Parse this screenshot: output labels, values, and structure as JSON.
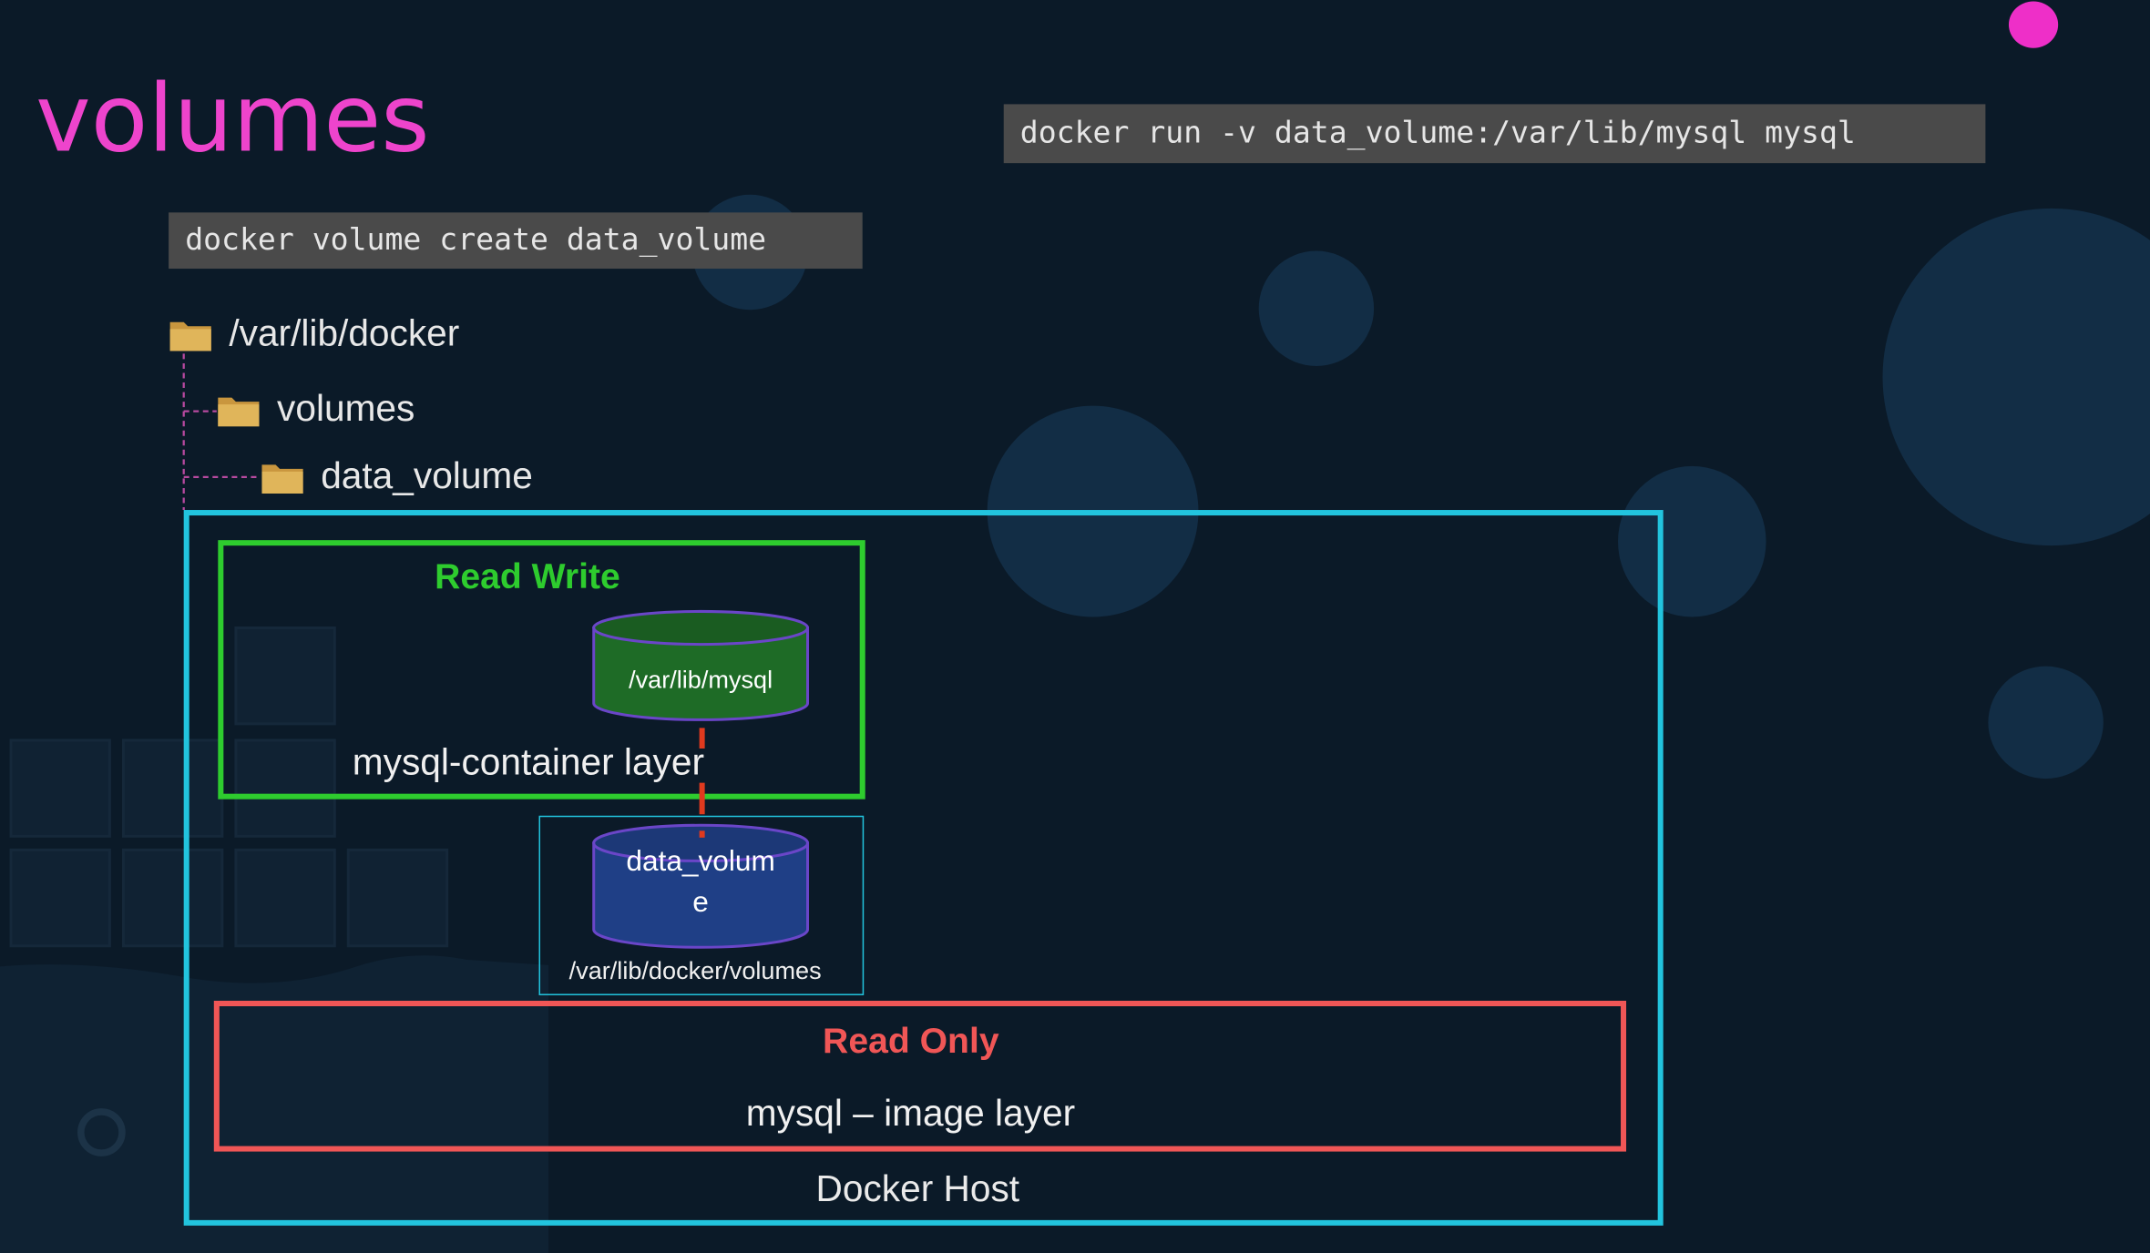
{
  "title": "volumes",
  "commands": {
    "run": "docker run -v data_volume:/var/lib/mysql mysql",
    "create": "docker volume create data_volume"
  },
  "tree": {
    "root": "/var/lib/docker",
    "child": "volumes",
    "grandchild": "data_volume"
  },
  "diagram": {
    "docker_host": "Docker Host",
    "read_write": "Read Write",
    "container_layer": "mysql-container layer",
    "mysql_path": "/var/lib/mysql",
    "volume_name_line1": "data_volum",
    "volume_name_line2": "e",
    "volume_path": "/var/lib/docker/volumes",
    "read_only": "Read Only",
    "image_layer": "mysql – image layer"
  },
  "colors": {
    "title": "#ee44cc",
    "docker_host_border": "#22c4de",
    "read_write": "#2ecc2e",
    "read_only": "#f05656",
    "connector": "#e03a1e",
    "mysql_cylinder": "#1e6b26",
    "volume_cylinder": "#1f3f86",
    "cylinder_outline": "#6a46c8",
    "folder": "#e0b55a"
  }
}
